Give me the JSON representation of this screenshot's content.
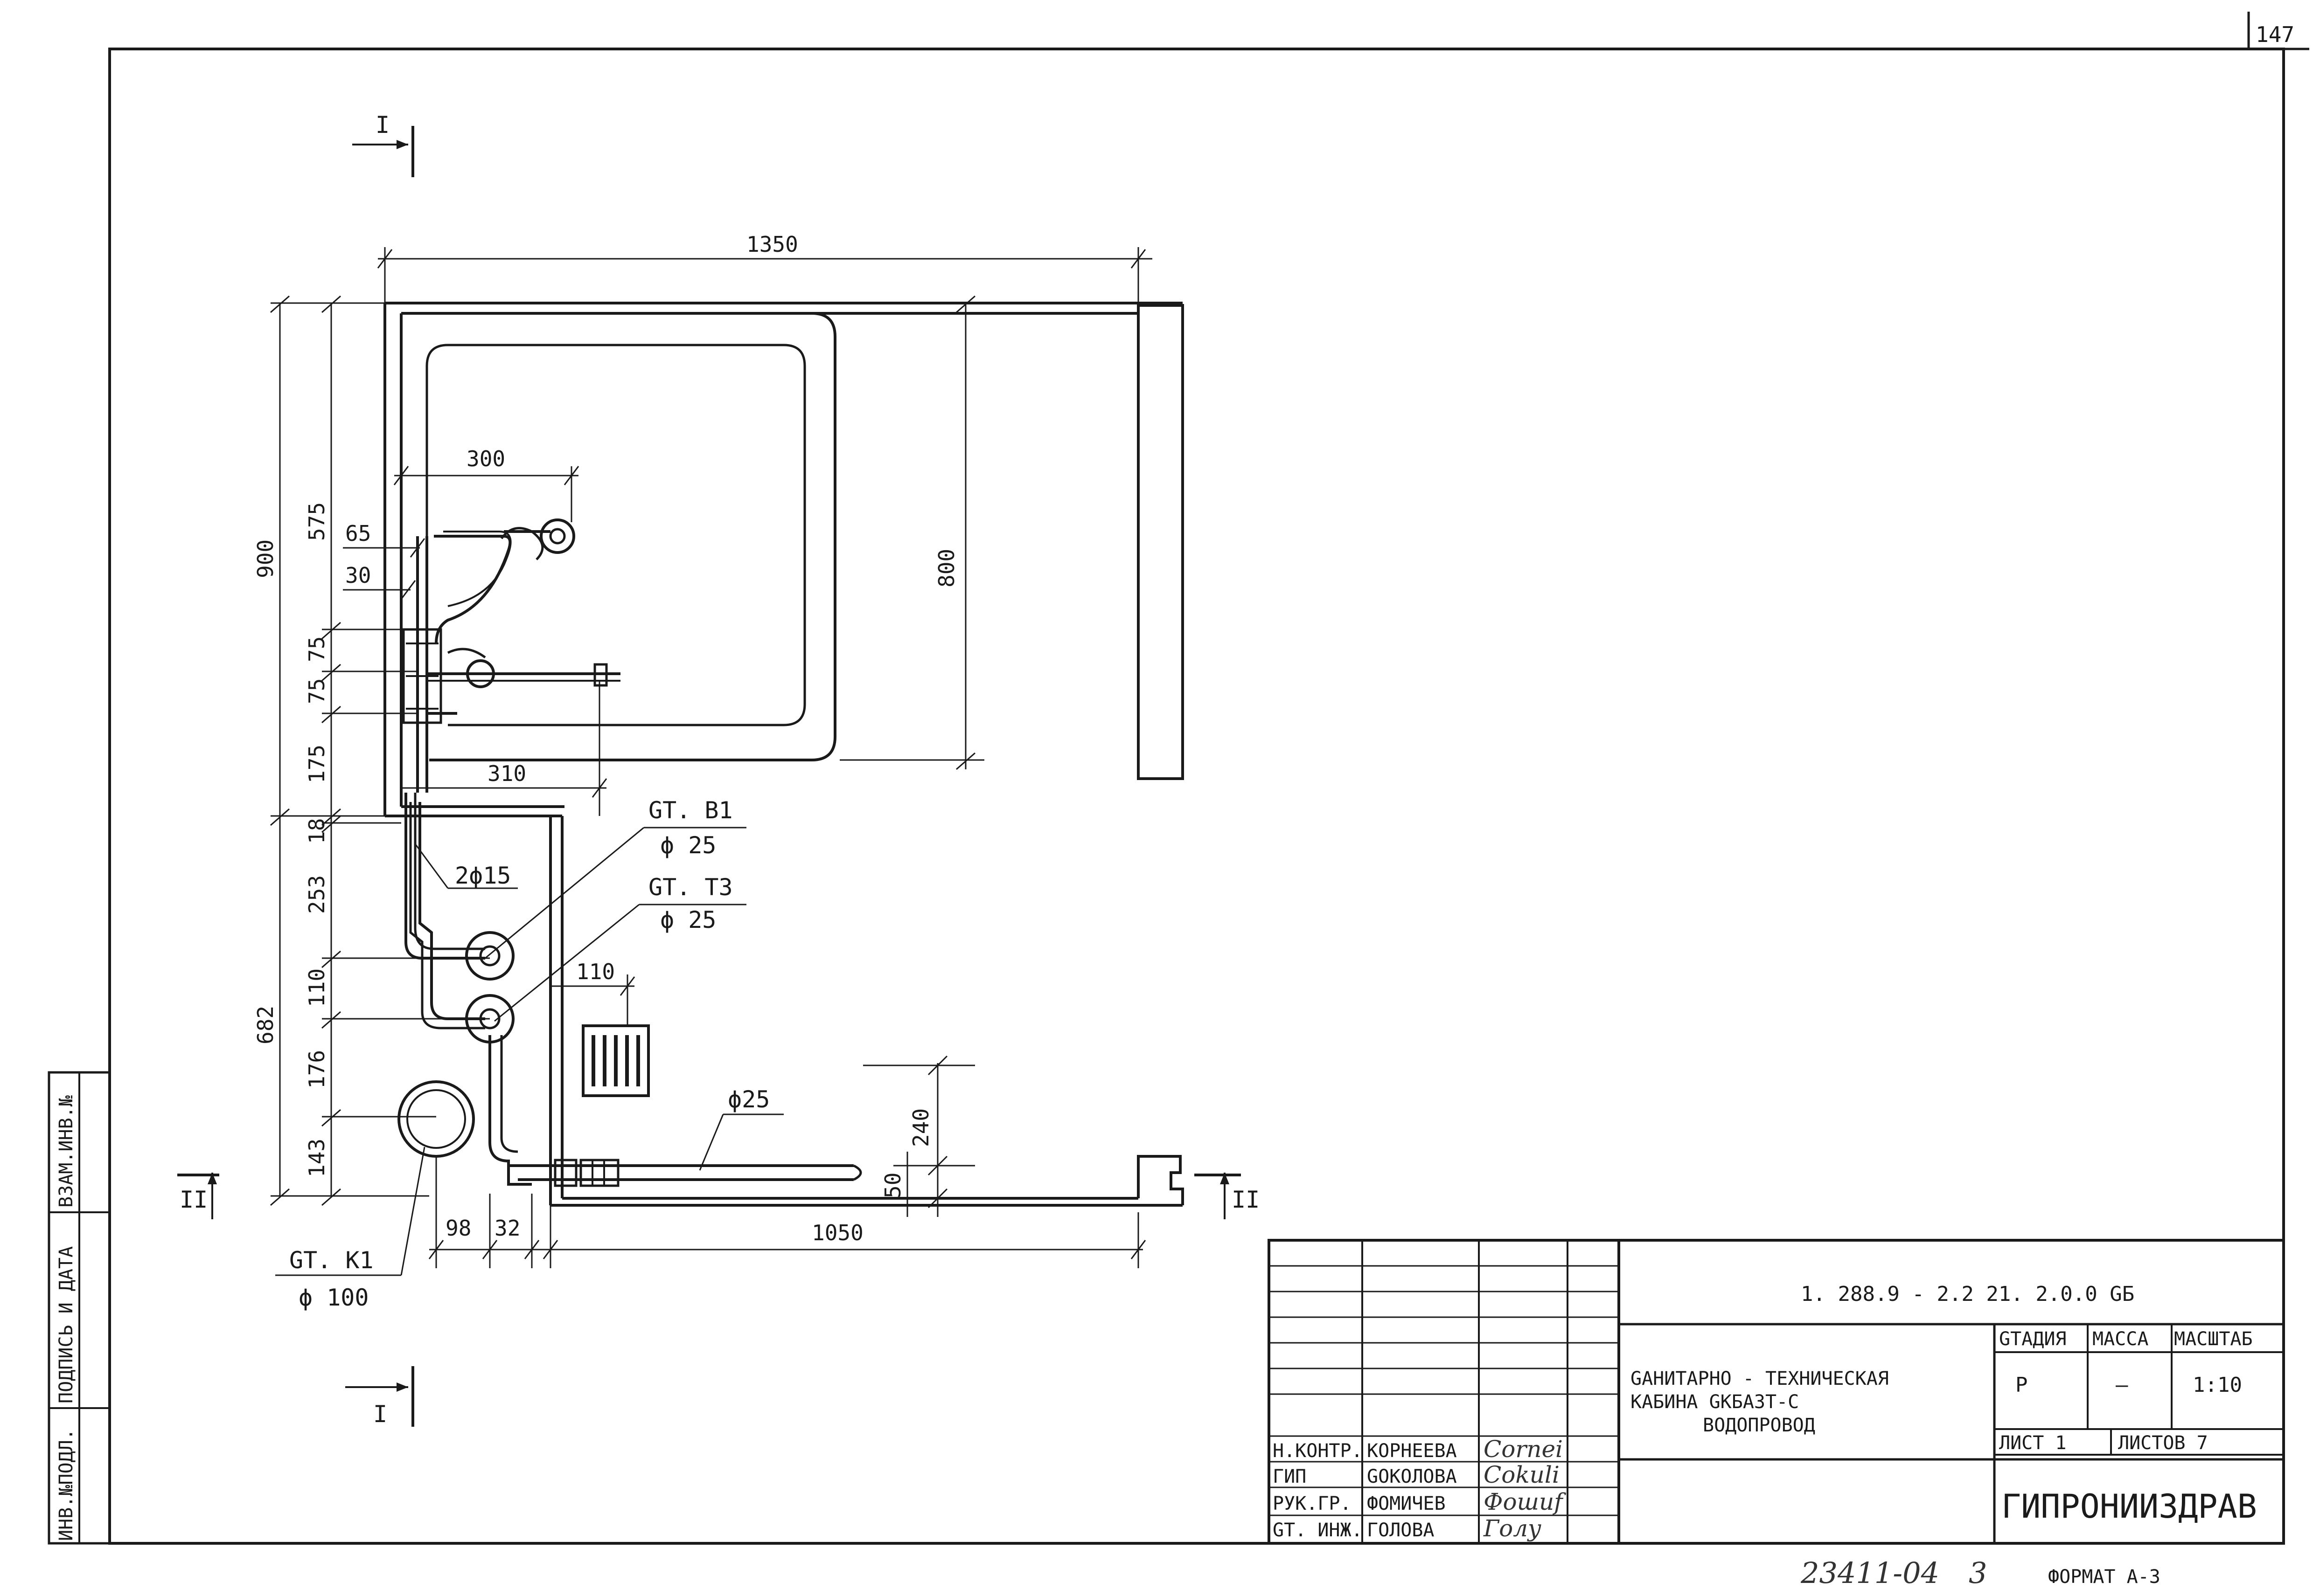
{
  "sheet": {
    "page_number": "147",
    "archive_number": "23411-04",
    "sheet_seq": "3",
    "format": "ФОРМАТ А-3"
  },
  "section_markers": {
    "top": "I",
    "bottom": "I",
    "left": "II",
    "right": "II"
  },
  "dimensions": {
    "overall_width": "1350",
    "d300": "300",
    "d800": "800",
    "d900": "900",
    "d575": "575",
    "d65": "65",
    "d30": "30",
    "d75a": "75",
    "d75b": "75",
    "d175": "175",
    "d310": "310",
    "d18": "18",
    "d253": "253",
    "d110v": "110",
    "d682": "682",
    "d176": "176",
    "d143": "143",
    "d110h": "110",
    "d240": "240",
    "d50": "50",
    "d98": "98",
    "d32": "32",
    "d1050": "1050"
  },
  "pipe_labels": {
    "st_b1": "GT. B1",
    "st_b1_dia": "ϕ 25",
    "st_t3": "GT. T3",
    "st_t3_dia": "ϕ 25",
    "pipe_2d15": "2ϕ15",
    "pipe_d25": "ϕ25",
    "st_k1": "GT. K1",
    "st_k1_dia": "ϕ 100"
  },
  "side_stamp": {
    "inv_podl": "ИНВ.№ПОДЛ.",
    "podpis": "ПОДПИСЬ И ДАТА",
    "vzam": "ВЗАМ.ИНВ.№"
  },
  "title_block": {
    "doc_code": "1. 288.9 - 2.2    21. 2.0.0 GБ",
    "title_line1": "GАНИТАРНО - ТЕХНИЧЕСКАЯ",
    "title_line2": "КАБИНА    GКБАЗТ-С",
    "title_line3": "ВОДОПРОВОД",
    "stage_header": "GТАДИЯ",
    "mass_header": "МАССА",
    "scale_header": "МАСШТАБ",
    "stage_value": "Р",
    "mass_value": "—",
    "scale_value": "1:10",
    "sheet_label": "ЛИСТ 1",
    "sheets_label": "ЛИСТОВ 7",
    "org": "ГИПРОНИИЗДРАВ",
    "roles": [
      {
        "role": "Н.КОНТР.",
        "name": "КОРНЕЕВА",
        "sig": "Corneі"
      },
      {
        "role": "ГИП",
        "name": "GОКОЛОВА",
        "sig": "Cokuli"
      },
      {
        "role": "РУК.ГР.",
        "name": "ФОМИЧЕВ",
        "sig": "Фошиf"
      },
      {
        "role": "GТ. ИНЖ.",
        "name": "ГОЛОВА",
        "sig": "Голy"
      }
    ]
  }
}
